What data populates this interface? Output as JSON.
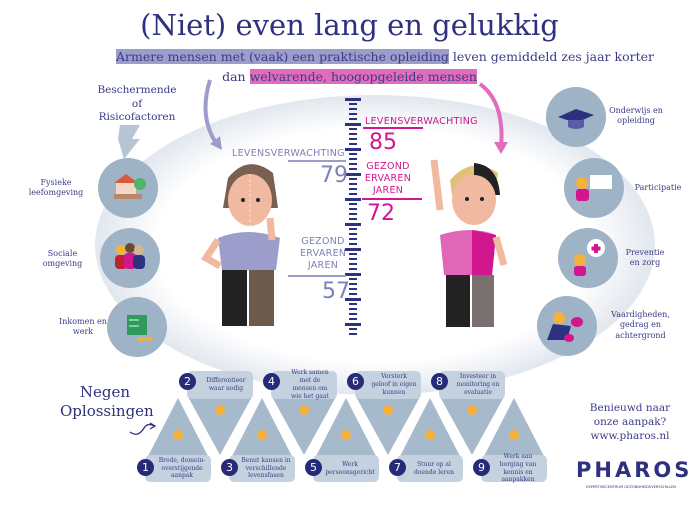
{
  "header": {
    "title": "(Niet) even lang en gelukkig",
    "subtitle_highlight_1": "Armere mensen met (vaak) een praktische opleiding",
    "subtitle_middle": "leven gemiddeld zes jaar korter",
    "subtitle_dan": "dan",
    "subtitle_highlight_2": "welvarende, hoogopgeleide mensen"
  },
  "factors": {
    "heading": [
      "Beschermende",
      "of",
      "Risicofactoren"
    ],
    "left": [
      {
        "label": "Fysieke leefomgeving",
        "icon": "house-icon"
      },
      {
        "label": "Sociale omgeving",
        "icon": "people-icon"
      },
      {
        "label": "Inkomen en werk",
        "icon": "money-icon"
      }
    ],
    "right": [
      {
        "label": "Onderwijs en opleiding",
        "icon": "graduation-cap-icon"
      },
      {
        "label": "Participatie",
        "icon": "whiteboard-icon"
      },
      {
        "label": "Preventie en zorg",
        "icon": "health-cross-icon"
      },
      {
        "label": "Vaardigheden, gedrag en achtergrond",
        "icon": "boxing-glove-icon"
      }
    ]
  },
  "comparison": {
    "low": {
      "life_expectancy_label": "LEVENSVERWACHTING",
      "life_expectancy": "79",
      "healthy_label_1": "GEZOND",
      "healthy_label_2": "ERVAREN",
      "healthy_label_3": "JAREN",
      "healthy_years": "57"
    },
    "high": {
      "life_expectancy_label": "LEVENSVERWACHTING",
      "life_expectancy": "85",
      "healthy_label_1": "GEZOND",
      "healthy_label_2": "ERVAREN",
      "healthy_label_3": "JAREN",
      "healthy_years": "72"
    }
  },
  "solutions": {
    "heading_1": "Negen",
    "heading_2": "Oplossingen",
    "items": [
      {
        "n": "1",
        "label": "Brede, domein-overstijgende aanpak"
      },
      {
        "n": "2",
        "label": "Differentieer waar nodig"
      },
      {
        "n": "3",
        "label": "Benut kansen in verschillende levensfasen"
      },
      {
        "n": "4",
        "label": "Werk samen met de mensen om wie het gaat"
      },
      {
        "n": "5",
        "label": "Werk persoonsgericht"
      },
      {
        "n": "6",
        "label": "Versterk geloof in eigen kunnen"
      },
      {
        "n": "7",
        "label": "Stuur op al doende leren"
      },
      {
        "n": "8",
        "label": "Investeer in monitoring en evaluatie"
      },
      {
        "n": "9",
        "label": "Werk aan borging van kennis en aanpakken"
      }
    ]
  },
  "cta": {
    "line1": "Benieuwd naar",
    "line2": "onze aanpak?",
    "link": "www.pharos.nl"
  },
  "logo": {
    "name": "PHAROS",
    "tagline": "EXPERTISECENTRUM GEZONDHEIDSVERSCHILLEN"
  },
  "colors": {
    "navy": "#2e3080",
    "purple": "#9d9dcb",
    "pink": "#d1168e",
    "circle": "#9fb3c6"
  }
}
